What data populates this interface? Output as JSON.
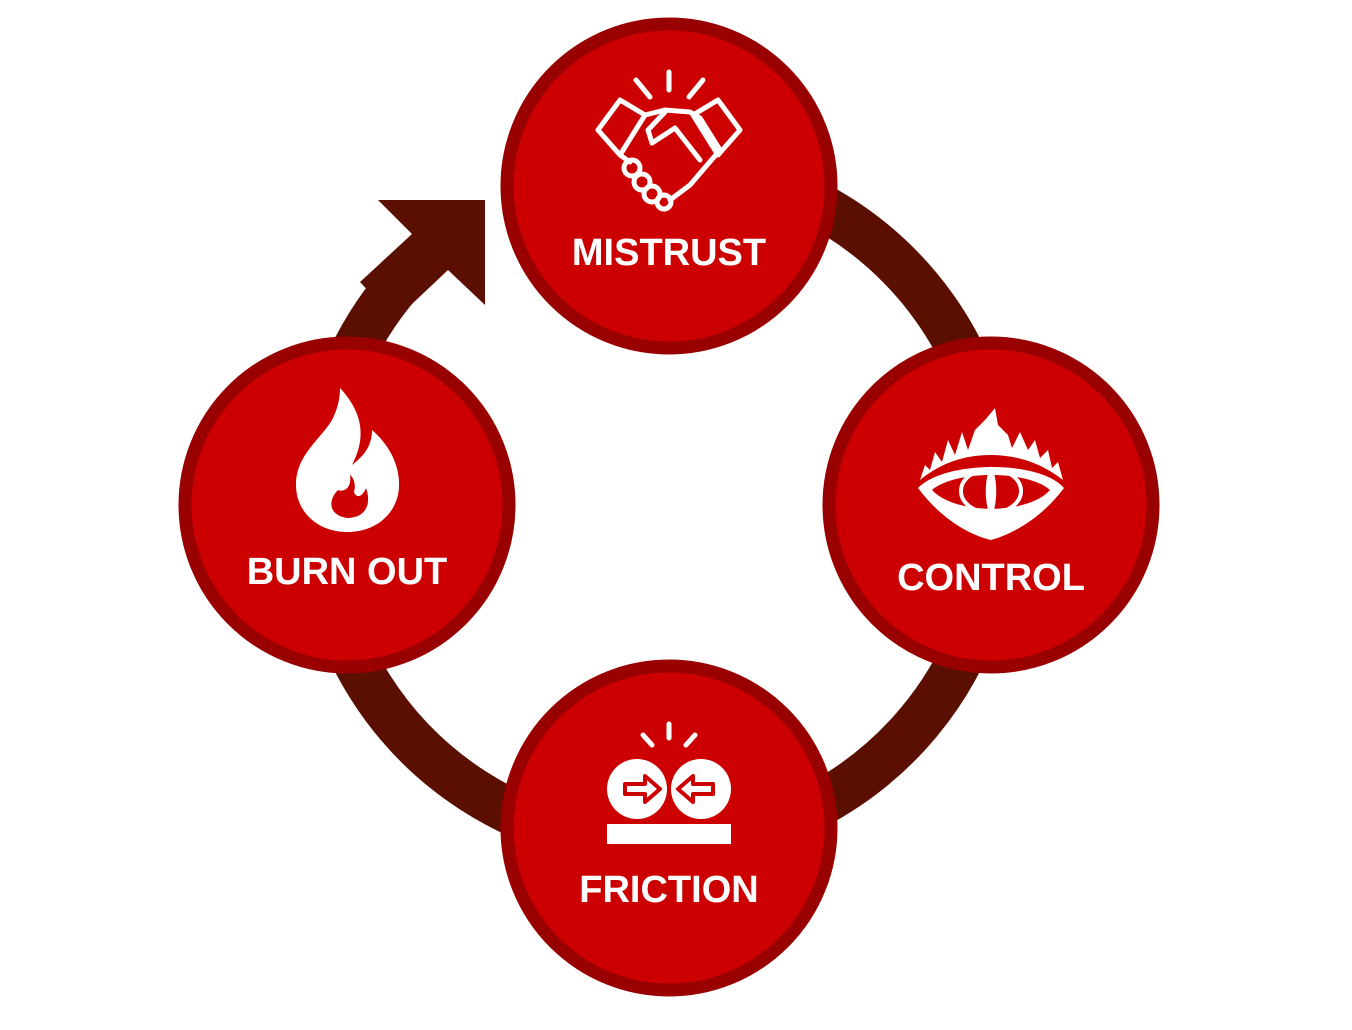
{
  "colors": {
    "ring": "#5a0f00",
    "circle_fill": "#cc0000",
    "circle_border": "#990000",
    "text": "#ffffff"
  },
  "nodes": [
    {
      "label": "MISTRUST",
      "icon": "handshake-icon"
    },
    {
      "label": "CONTROL",
      "icon": "flaming-eye-icon"
    },
    {
      "label": "FRICTION",
      "icon": "collision-icon"
    },
    {
      "label": "BURN OUT",
      "icon": "flame-icon"
    }
  ]
}
